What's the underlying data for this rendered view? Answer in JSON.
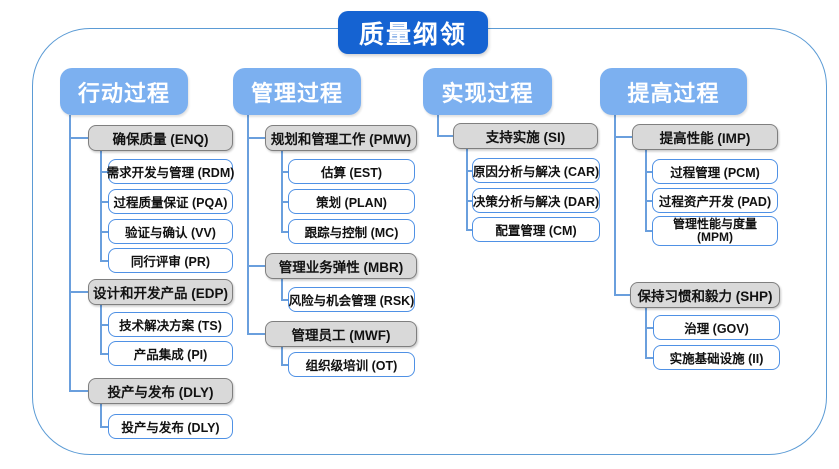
{
  "title": "质量纲领",
  "columns": [
    {
      "header": "行动过程",
      "groups": [
        {
          "label": "确保质量 (ENQ)",
          "children": [
            "需求开发与管理 (RDM)",
            "过程质量保证 (PQA)",
            "验证与确认 (VV)",
            "同行评审 (PR)"
          ]
        },
        {
          "label": "设计和开发产品 (EDP)",
          "children": [
            "技术解决方案 (TS)",
            "产品集成 (PI)"
          ]
        },
        {
          "label": "投产与发布 (DLY)",
          "children": [
            "投产与发布 (DLY)"
          ]
        }
      ]
    },
    {
      "header": "管理过程",
      "groups": [
        {
          "label": "规划和管理工作 (PMW)",
          "children": [
            "估算 (EST)",
            "策划 (PLAN)",
            "跟踪与控制 (MC)"
          ]
        },
        {
          "label": "管理业务弹性 (MBR)",
          "children": [
            "风险与机会管理 (RSK)"
          ]
        },
        {
          "label": "管理员工 (MWF)",
          "children": [
            "组织级培训 (OT)"
          ]
        }
      ]
    },
    {
      "header": "实现过程",
      "groups": [
        {
          "label": "支持实施 (SI)",
          "children": [
            "原因分析与解决 (CAR)",
            "决策分析与解决 (DAR)",
            "配置管理 (CM)"
          ]
        }
      ]
    },
    {
      "header": "提高过程",
      "groups": [
        {
          "label": "提高性能 (IMP)",
          "children": [
            "过程管理 (PCM)",
            "过程资产开发 (PAD)",
            "管理性能与度量 (MPM)"
          ]
        },
        {
          "label": "保持习惯和毅力 (SHP)",
          "children": [
            "治理 (GOV)",
            "实施基础设施 (II)"
          ]
        }
      ]
    }
  ],
  "colors": {
    "title_bg": "#1563d2",
    "header_bg": "#7cb0f0",
    "group_fill": "#d9d9d9",
    "group_border": "#7f7f7f",
    "leaf_border": "#4f91e5",
    "connector": "#6a9fdd",
    "frame_border": "#5b9bd5"
  }
}
